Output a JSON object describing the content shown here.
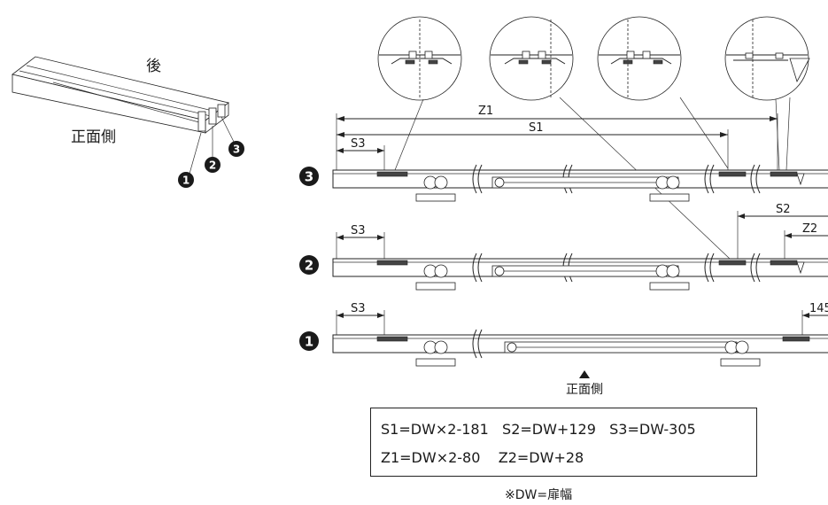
{
  "labels": {
    "back": "後",
    "front_side": "正面側",
    "front_side_bottom": "正面側"
  },
  "markers": [
    "1",
    "2",
    "3"
  ],
  "dimensions": {
    "z1": "Z1",
    "s1": "S1",
    "s2": "S2",
    "z2": "Z2",
    "s3_row3": "S3",
    "s3_row2": "S3",
    "s3_row1": "S3",
    "d145": "145"
  },
  "formulas": {
    "line1": "S1=DW×2-181   S2=DW+129   S3=DW-305",
    "line2": "Z1=DW×2-80    Z2=DW+28"
  },
  "note": "※DW=扉幅"
}
